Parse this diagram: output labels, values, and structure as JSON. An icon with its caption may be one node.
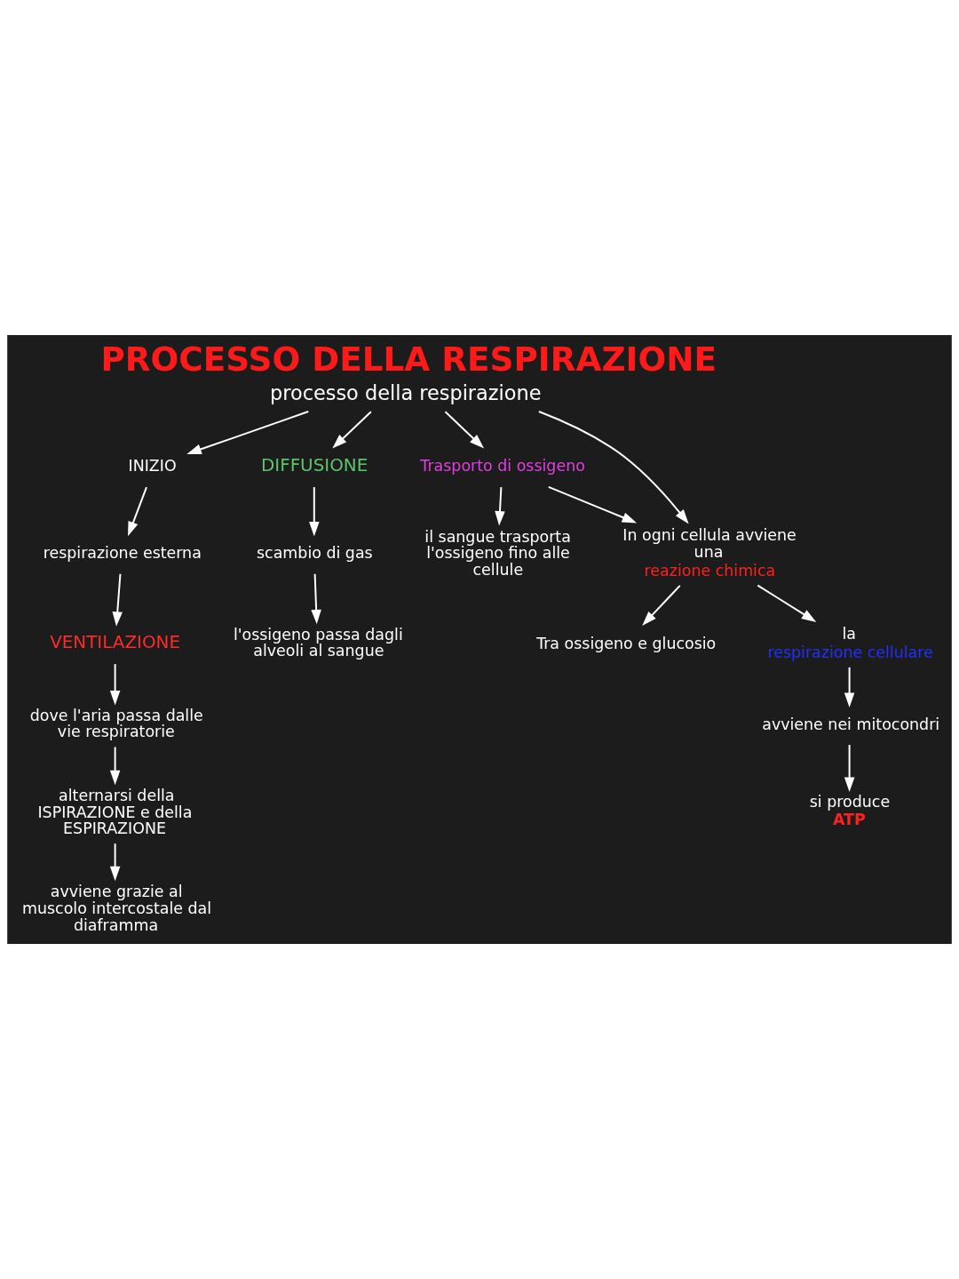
{
  "diagram": {
    "nodes": [
      {
        "text": [
          "PROCESSO DELLA RESPIRAZIONE",
          "processo della respirazione"
        ]
      },
      {
        "text": [
          "INIZIO"
        ]
      },
      {
        "text": [
          "respirazione esterna"
        ]
      },
      {
        "text": [
          "VENTILAZIONE"
        ]
      },
      {
        "text": [
          "dove l'aria passa dalle vie respiratorie"
        ]
      },
      {
        "text": [
          "alternarsi della ISPIRAZIONE e della ESPIRAZIONE"
        ]
      },
      {
        "text": [
          "avviene grazie al muscolo intercostale dal diaframma"
        ]
      },
      {
        "text": [
          "DIFFUSIONE"
        ]
      },
      {
        "text": [
          "scambio di gas"
        ]
      },
      {
        "text": [
          "l'ossigeno passa dagli alveoli al sangue"
        ]
      },
      {
        "text": [
          "Trasporto di ossigeno"
        ]
      },
      {
        "text": [
          "il sangue trasporta l'ossigeno fino alle cellule"
        ]
      },
      {
        "text": [
          "In ogni cellula avviene una",
          "reazione chimica"
        ]
      },
      {
        "text": [
          "Tra ossigeno e glucosio"
        ]
      },
      {
        "text": [
          "la",
          "respirazione cellulare"
        ]
      },
      {
        "text": [
          "avviene nei mitocondri"
        ]
      },
      {
        "text": [
          "si produce",
          "ATP"
        ]
      }
    ],
    "edges": [
      {
        "from": 0,
        "to": 1,
        "arrow": "to"
      },
      {
        "from": 1,
        "to": 2,
        "arrow": "to"
      },
      {
        "from": 2,
        "to": 3,
        "arrow": "to"
      },
      {
        "from": 3,
        "to": 4,
        "arrow": "to"
      },
      {
        "from": 4,
        "to": 5,
        "arrow": "to"
      },
      {
        "from": 5,
        "to": 6,
        "arrow": "to"
      },
      {
        "from": 0,
        "to": 7,
        "arrow": "to"
      },
      {
        "from": 7,
        "to": 8,
        "arrow": "to"
      },
      {
        "from": 8,
        "to": 9,
        "arrow": "to"
      },
      {
        "from": 0,
        "to": 10,
        "arrow": "to"
      },
      {
        "from": 10,
        "to": 11,
        "arrow": "to"
      },
      {
        "from": 0,
        "to": 12,
        "arrow": "to"
      },
      {
        "from": 10,
        "to": 12,
        "arrow": "to"
      },
      {
        "from": 12,
        "to": 13,
        "arrow": "to"
      },
      {
        "from": 12,
        "to": 14,
        "arrow": "to"
      },
      {
        "from": 14,
        "to": 15,
        "arrow": "to"
      },
      {
        "from": 15,
        "to": 16,
        "arrow": "to"
      }
    ]
  }
}
